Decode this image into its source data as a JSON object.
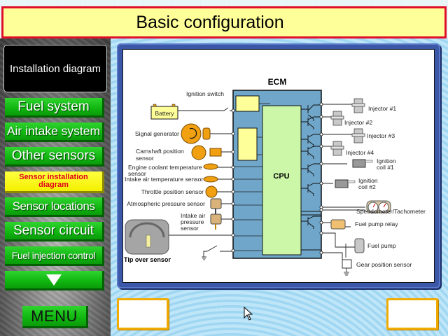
{
  "header": {
    "title": "Basic configuration"
  },
  "sidebar": {
    "heading": "Installation diagram",
    "items": [
      {
        "label": "Fuel system",
        "active": false
      },
      {
        "label": "Air intake system",
        "active": false
      },
      {
        "label": "Other sensors",
        "active": false
      },
      {
        "label": "Sensor installation diagram",
        "active": true
      },
      {
        "label": "Sensor locations",
        "active": false
      },
      {
        "label": "Sensor circuit",
        "active": false
      },
      {
        "label": "Fuel injection control",
        "active": false
      }
    ],
    "scroll_down_icon": "down-triangle-icon",
    "menu_label": "MENU"
  },
  "diagram": {
    "ecm_title": "ECM",
    "cpu_label": "CPU",
    "inputs": {
      "ignition_switch": "Ignition switch",
      "battery": "Battery",
      "signal_generator": "Signal generator",
      "camshaft_1": "Camshaft position",
      "camshaft_2": "sensor",
      "coolant_1": "Engine coolant temperature",
      "coolant_2": "sensor",
      "intake_air_temp": "Intake air temperature sensor",
      "throttle": "Throttle position sensor",
      "atmospheric": "Atmospheric pressure sensor",
      "intake_pressure_1": "Intake air",
      "intake_pressure_2": "pressure",
      "intake_pressure_3": "sensor",
      "tip_over": "Tip over sensor"
    },
    "outputs": {
      "injector1": "Injector #1",
      "injector2": "Injector #2",
      "injector3": "Injector #3",
      "injector4": "Injector #4",
      "coil1_1": "Ignition",
      "coil1_2": "coil #1",
      "coil2_1": "Ignition",
      "coil2_2": "coil #2",
      "speedo": "Speedometer/Tachometer",
      "fuel_pump_relay": "Fuel pump relay",
      "fuel_pump": "Fuel pump",
      "gear_position": "Gear position sensor"
    }
  },
  "footer": {
    "prev_box": "",
    "next_box": ""
  },
  "colors": {
    "title_bg": "#ffff9a",
    "title_border": "#e0102a",
    "nav_green": "#10b510",
    "nav_active": "#f4f000",
    "nav_active_text": "#e0001a",
    "ecm_blue": "#6fa6c9",
    "cpu_green": "#ccf7a8",
    "sensor_orange": "#f0a010"
  }
}
